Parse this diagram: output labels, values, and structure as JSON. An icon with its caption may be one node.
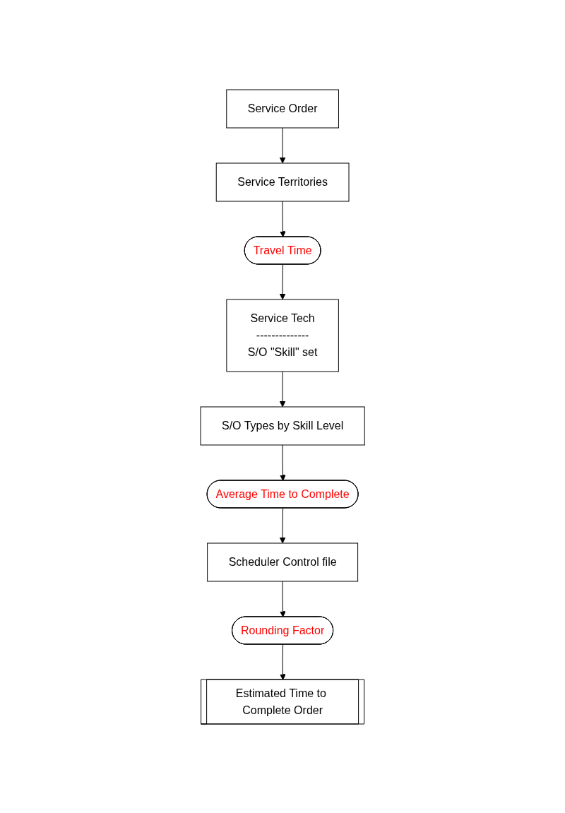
{
  "diagram": {
    "nodes": [
      {
        "text": [
          "Service Order"
        ]
      },
      {
        "text": [
          "Service Territories"
        ]
      },
      {
        "text": [
          "Travel Time"
        ]
      },
      {
        "text": [
          "Service Tech",
          "--------------",
          "S/O \"Skill\" set"
        ]
      },
      {
        "text": [
          "S/O Types by Skill Level"
        ]
      },
      {
        "text": [
          "Average Time to Complete"
        ]
      },
      {
        "text": [
          "Scheduler Control file"
        ]
      },
      {
        "text": [
          "Rounding Factor"
        ]
      },
      {
        "text": [
          "Estimated Time to Complete Order"
        ]
      }
    ],
    "edges": [
      {
        "from": 0,
        "to": 1,
        "arrow": "to"
      },
      {
        "from": 1,
        "to": 2,
        "arrow": "to"
      },
      {
        "from": 2,
        "to": 3,
        "arrow": "to"
      },
      {
        "from": 3,
        "to": 4,
        "arrow": "to"
      },
      {
        "from": 4,
        "to": 5,
        "arrow": "to"
      },
      {
        "from": 5,
        "to": 6,
        "arrow": "to"
      },
      {
        "from": 6,
        "to": 7,
        "arrow": "to"
      },
      {
        "from": 7,
        "to": 8,
        "arrow": "to"
      }
    ]
  }
}
